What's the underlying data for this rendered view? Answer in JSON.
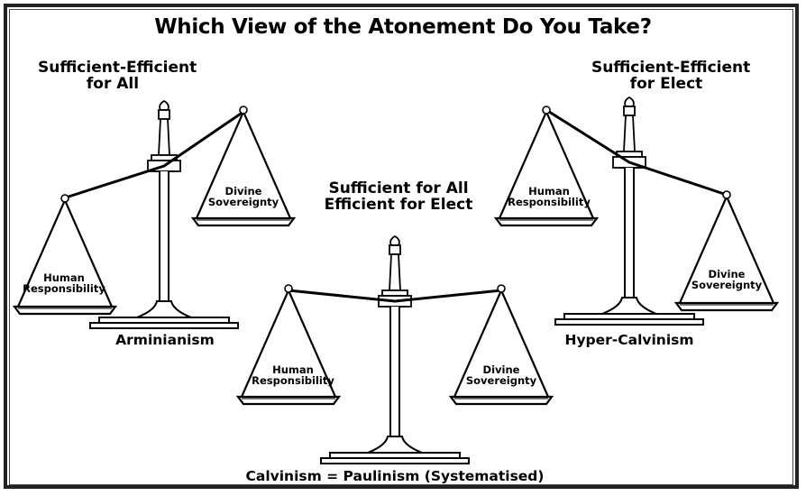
{
  "title": "Which View of the Atonement Do You Take?",
  "scales": [
    {
      "view": "Arminianism",
      "caption_line1": "Sufficient-Efficient",
      "caption_line2": "for All",
      "pan_left_line1": "Human",
      "pan_left_line2": "Responsibility",
      "pan_right_line1": "Divine",
      "pan_right_line2": "Sovereignty"
    },
    {
      "view": "Calvinism = Paulinism (Systematised)",
      "caption_line1": "Sufficient for All",
      "caption_line2": "Efficient for Elect",
      "pan_left_line1": "Human",
      "pan_left_line2": "Responsibility",
      "pan_right_line1": "Divine",
      "pan_right_line2": "Sovereignty"
    },
    {
      "view": "Hyper-Calvinism",
      "caption_line1": "Sufficient-Efficient",
      "caption_line2": "for Elect",
      "pan_left_line1": "Human",
      "pan_left_line2": "Responsibility",
      "pan_right_line1": "Divine",
      "pan_right_line2": "Sovereignty"
    }
  ]
}
